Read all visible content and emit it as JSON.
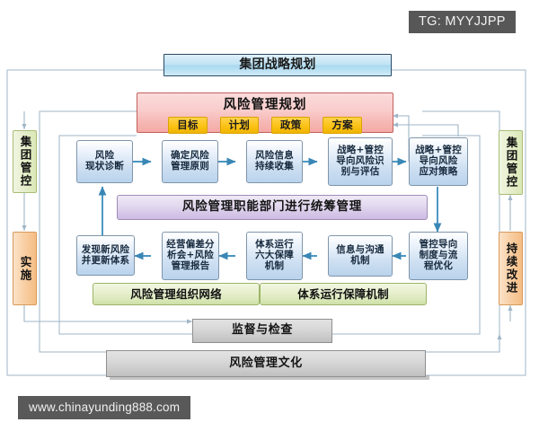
{
  "overlay": {
    "tg_badge": "TG: MYYJJPP",
    "watermark": "www.chinayunding888.com"
  },
  "colors": {
    "strategy_fill": "#bfe3f4",
    "plan_fill": "#f6b9b6",
    "chip_fill": "#fcc216",
    "flow_fill": "#cfe0f2",
    "purple_fill": "#d6c7e8",
    "green_fill": "#dae8b9",
    "gray_fill": "#c9c9c9",
    "side_green_fill": "#dbe8b7",
    "side_orange_fill": "#f5bd84",
    "arrow_blue": "#3a87b5",
    "frame_line": "#9fb6c7"
  },
  "top": {
    "strategy_title": "集团战略规划",
    "plan_title": "风险管理规划",
    "plan_chips": [
      "目标",
      "计划",
      "政策",
      "方案"
    ]
  },
  "sides": {
    "left_top": "集团管控",
    "left_bottom": "实施",
    "right_top": "集团管控",
    "right_bottom": "持续改进"
  },
  "flow_row_1": [
    {
      "line1": "风险",
      "line2": "现状诊断"
    },
    {
      "line1": "确定风险",
      "line2": "管理原则"
    },
    {
      "line1": "风险信息",
      "line2": "持续收集"
    },
    {
      "line1": "战略+管控",
      "line2": "导向风险识",
      "line3": "别与评估"
    },
    {
      "line1": "战略+管控",
      "line2": "导向风险",
      "line3": "应对策略"
    }
  ],
  "middle_bar": "风险管理职能部门进行统筹管理",
  "flow_row_2": [
    {
      "line1": "发现新风险",
      "line2": "并更新体系"
    },
    {
      "line1": "经营偏差分",
      "line2": "析会+风险",
      "line3": "管理报告"
    },
    {
      "line1": "体系运行",
      "line2": "六大保障",
      "line3": "机制"
    },
    {
      "line1": "信息与沟通",
      "line2": "机制"
    },
    {
      "line1": "管控导向",
      "line2": "制度与流",
      "line3": "程优化"
    }
  ],
  "green_row": [
    "风险管理组织网络",
    "体系运行保障机制"
  ],
  "bottom": {
    "supervision": "监督与检查",
    "culture": "风险管理文化"
  }
}
